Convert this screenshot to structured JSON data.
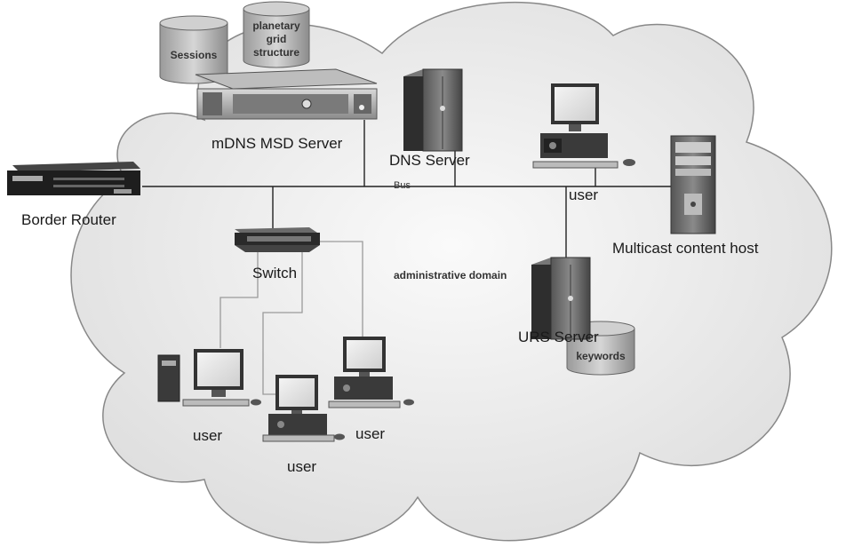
{
  "cloud_label": "administrative domain",
  "bus_label": "Bus",
  "nodes": {
    "border_router": "Border Router",
    "mdns_server": "mDNS MSD Server",
    "dns_server": "DNS Server",
    "multicast_host": "Multicast content host",
    "urs_server": "URS Server",
    "switch": "Switch",
    "user_top": "user",
    "user_left": "user",
    "user_mid": "user",
    "user_right": "user"
  },
  "databases": {
    "sessions": "Sessions",
    "planetary_line1": "planetary",
    "planetary_line2": "grid",
    "planetary_line3": "structure",
    "keywords": "keywords"
  },
  "colors": {
    "cloud_fill": "#ececec",
    "cloud_stroke": "#888888",
    "line_dark": "#222222",
    "line_light": "#9a9a9a"
  }
}
